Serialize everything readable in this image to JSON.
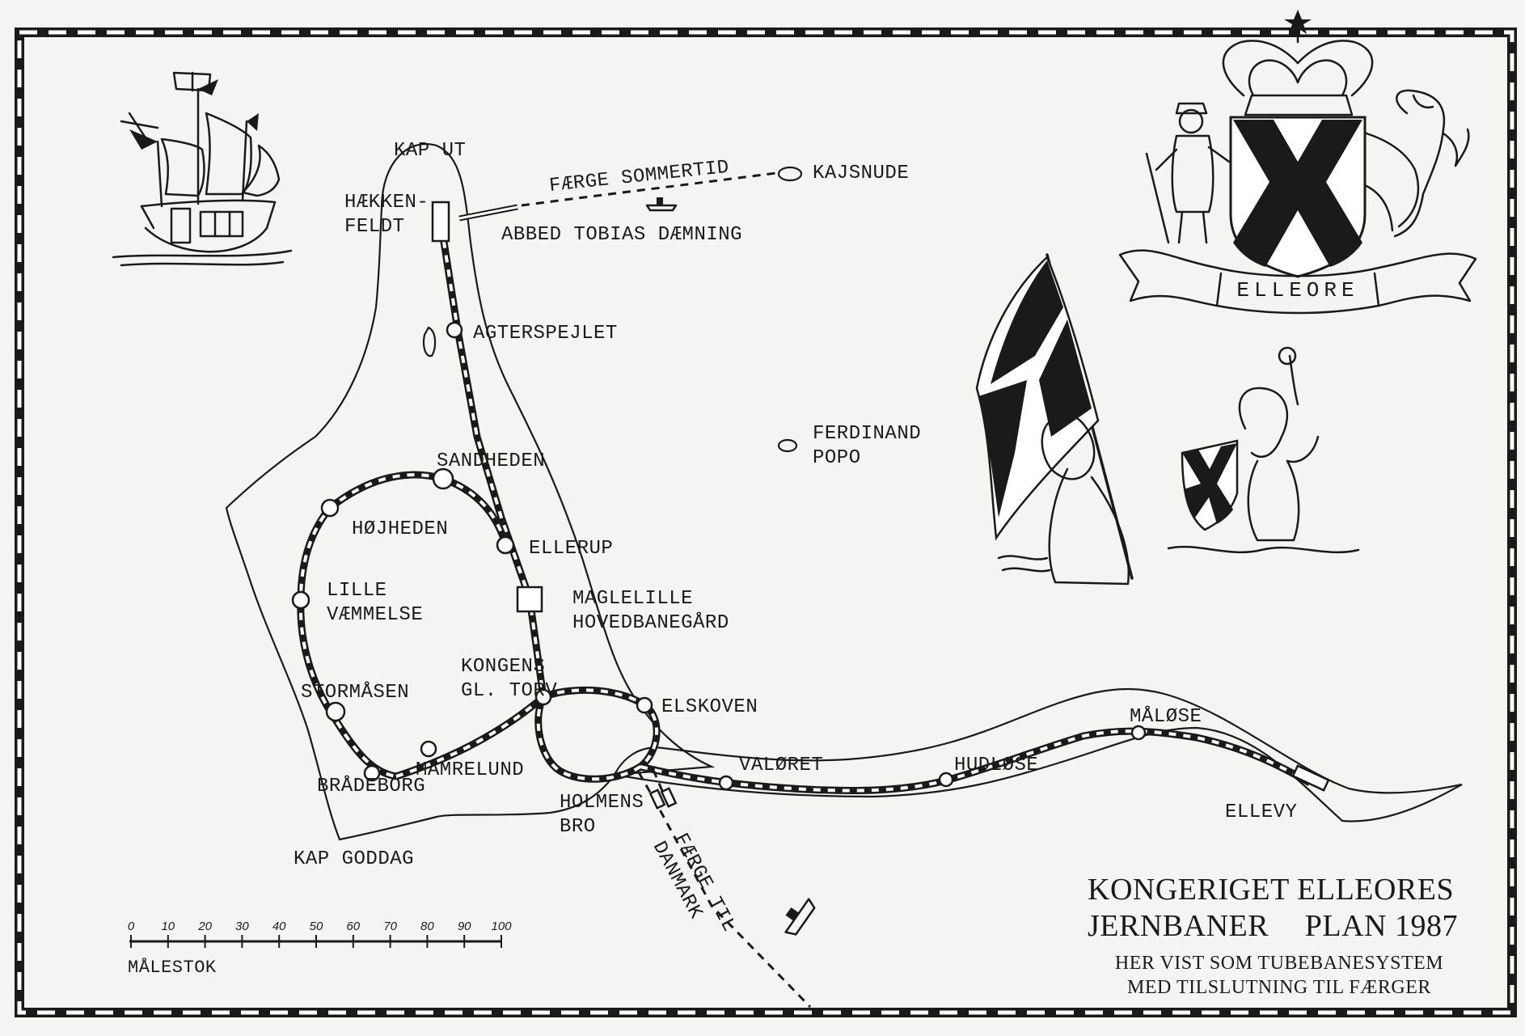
{
  "map": {
    "title_line1": "KONGERIGET ELLEORES",
    "title_line2_left": "JERNBANER",
    "title_line2_right": "PLAN 1987",
    "subtitle_line1": "HER VIST SOM TUBEBANESYSTEM",
    "subtitle_line2": "MED TILSLUTNING TIL FÆRGER",
    "crest_banner": "ELLEORE",
    "scale": {
      "label": "MÅLESTOK",
      "ticks": [
        "0",
        "10",
        "20",
        "30",
        "40",
        "50",
        "60",
        "70",
        "80",
        "90",
        "100"
      ]
    },
    "places": {
      "kap_ut": "KAP UT",
      "hakkenfeldt_1": "HÆKKEN-",
      "hakkenfeldt_2": "FELDT",
      "kajsnude": "KAJSNUDE",
      "ferdinand_popo_1": "FERDINAND",
      "ferdinand_popo_2": "POPO",
      "kap_goddag": "KAP GODDAG",
      "ellevy": "ELLEVY"
    },
    "stations": {
      "agterspejlet": "AGTERSPEJLET",
      "sandheden": "SANDHEDEN",
      "hojheden": "HØJHEDEN",
      "ellerup": "ELLERUP",
      "lille_vaemmelse_1": "LILLE",
      "lille_vaemmelse_2": "VÆMMELSE",
      "maglelille_1": "MAGLELILLE",
      "maglelille_2": "HOVEDBANEGÅRD",
      "kongens_1": "KONGENS",
      "kongens_2": "GL. TORV",
      "stormasen": "STORMÅSEN",
      "elskoven": "ELSKOVEN",
      "mamrelund": "MAMRELUND",
      "bradeborg": "BRÅDEBORG",
      "holmens_1": "HOLMENS",
      "holmens_2": "BRO",
      "valoret": "VALØRET",
      "hudlose": "HUDLØSE",
      "malose": "MÅLØSE"
    },
    "ferries": {
      "faerge_sommertid": "FÆRGE SOMMERTID",
      "abbed_tobias": "ABBED TOBIAS DÆMNING",
      "faerge_til_danmark_1": "FÆRGE TIL",
      "faerge_til_danmark_2": "DANMARK"
    }
  }
}
